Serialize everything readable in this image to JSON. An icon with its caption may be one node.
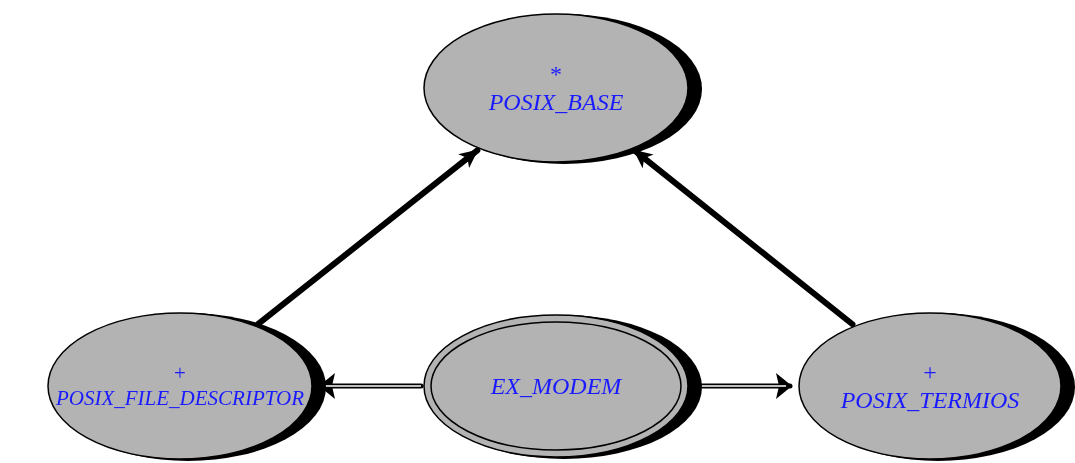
{
  "diagram": {
    "nodes": [
      {
        "text": [
          "*",
          "POSIX_BASE"
        ]
      },
      {
        "text": [
          "+",
          "POSIX_FILE_DESCRIPTOR"
        ]
      },
      {
        "text": [
          "EX_MODEM"
        ]
      },
      {
        "text": [
          "+",
          "POSIX_TERMIOS"
        ]
      }
    ],
    "edges": [
      {
        "from": 1,
        "to": 0,
        "arrow": "to"
      },
      {
        "from": 3,
        "to": 0,
        "arrow": "to"
      },
      {
        "from": 2,
        "to": 1,
        "arrow": "to"
      },
      {
        "from": 2,
        "to": 3,
        "arrow": "to"
      }
    ]
  }
}
